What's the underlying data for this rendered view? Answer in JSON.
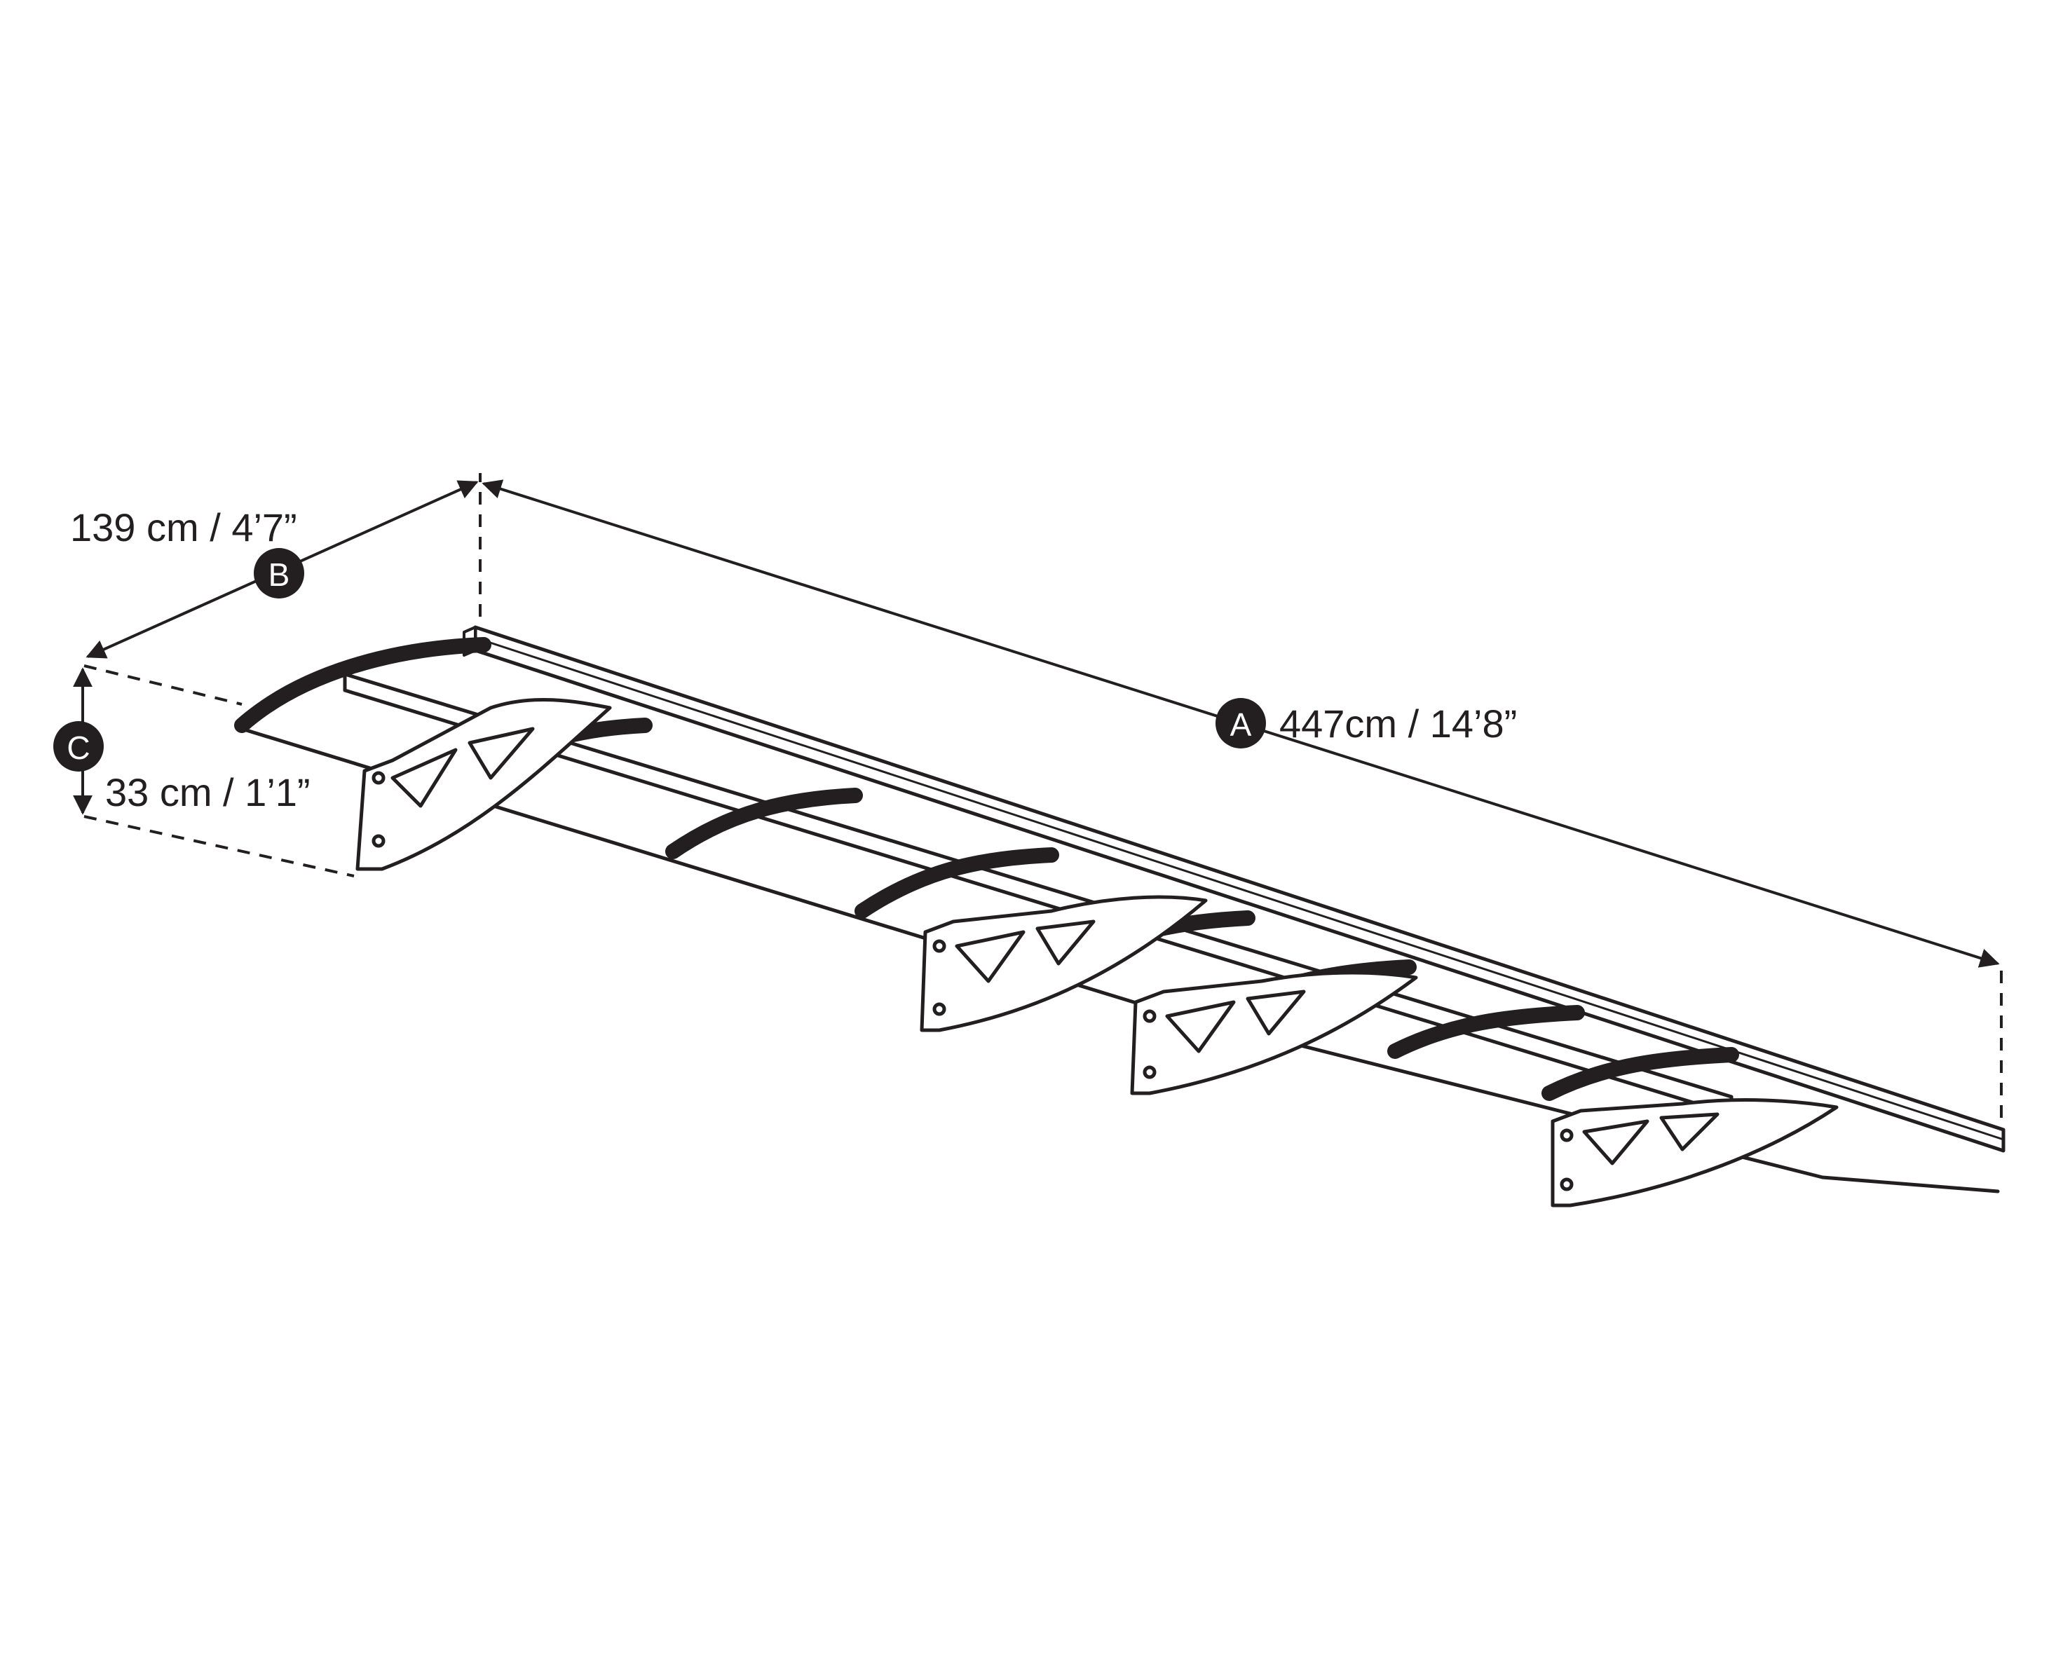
{
  "dimensions": {
    "length": {
      "badge": "A",
      "label": "447cm / 14’8”"
    },
    "depth": {
      "badge": "B",
      "label": "139 cm / 4’7”"
    },
    "height": {
      "badge": "C",
      "label": "33 cm / 1’1”"
    }
  },
  "colors": {
    "ink": "#231f20",
    "background": "#ffffff"
  }
}
